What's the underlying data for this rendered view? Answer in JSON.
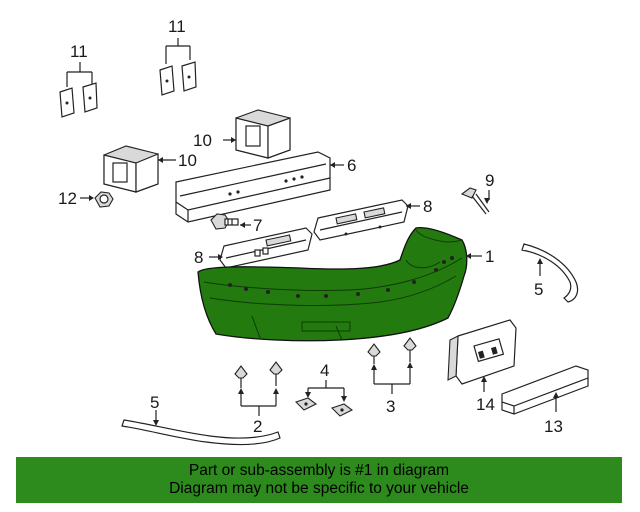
{
  "diagram": {
    "callouts": {
      "c1": "1",
      "c2": "2",
      "c3": "3",
      "c4": "4",
      "c5a": "5",
      "c5b": "5",
      "c6": "6",
      "c7": "7",
      "c8a": "8",
      "c8b": "8",
      "c9": "9",
      "c10a": "10",
      "c10b": "10",
      "c11a": "11",
      "c11b": "11",
      "c12": "12",
      "c13": "13",
      "c14": "14"
    },
    "colors": {
      "highlight": "#237a0f",
      "banner": "#2d8a1c"
    }
  },
  "banner": {
    "line1": "Part or sub-assembly is #1 in diagram",
    "line2": "Diagram may not be specific to your vehicle"
  }
}
